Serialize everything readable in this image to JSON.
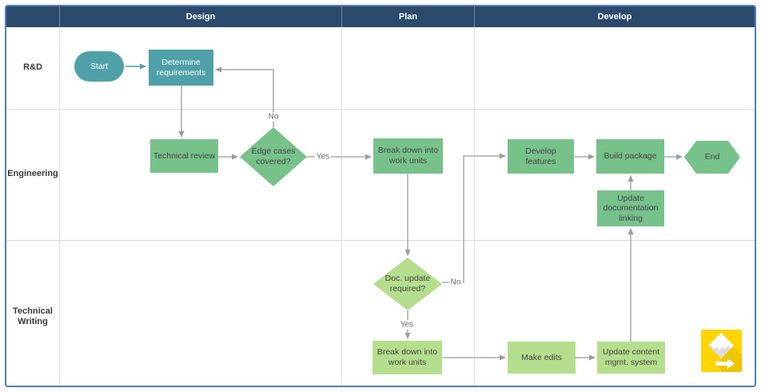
{
  "header": {
    "columns": [
      {
        "label": "Design"
      },
      {
        "label": "Plan"
      },
      {
        "label": "Develop"
      }
    ]
  },
  "lanes": [
    {
      "label": "R&D"
    },
    {
      "label": "Engineering"
    },
    {
      "label": "Technical Writing"
    }
  ],
  "nodes": {
    "start": {
      "label": "Start",
      "type": "terminator"
    },
    "determine_requirements": {
      "label": "Determine requirements",
      "type": "process"
    },
    "technical_review": {
      "label": "Technical review",
      "type": "process"
    },
    "edge_cases_covered": {
      "label": "Edge cases covered?",
      "type": "decision"
    },
    "break_down_eng": {
      "label": "Break down into work units",
      "type": "process"
    },
    "develop_features": {
      "label": "Develop features",
      "type": "process"
    },
    "build_package": {
      "label": "Build package",
      "type": "process"
    },
    "end": {
      "label": "End",
      "type": "terminator"
    },
    "update_doc_linking": {
      "label": "Update documentation linking",
      "type": "process"
    },
    "doc_update_required": {
      "label": "Doc. update required?",
      "type": "decision"
    },
    "break_down_tw": {
      "label": "Break down into work units",
      "type": "process"
    },
    "make_edits": {
      "label": "Make edits",
      "type": "process"
    },
    "update_cms": {
      "label": "Update content mgmt. system",
      "type": "process"
    }
  },
  "edge_labels": {
    "edge_cases_no": "No",
    "edge_cases_yes": "Yes",
    "doc_update_no": "No",
    "doc_update_yes": "Yes"
  },
  "colors": {
    "header_bg": "#2c4a6b",
    "teal": "#4fa0a8",
    "green": "#77c18b",
    "light_green": "#b4de8d",
    "connector_gray": "#9b9b9b",
    "frame_border": "#4e7fc6",
    "logo_yellow": "#ffd400"
  }
}
